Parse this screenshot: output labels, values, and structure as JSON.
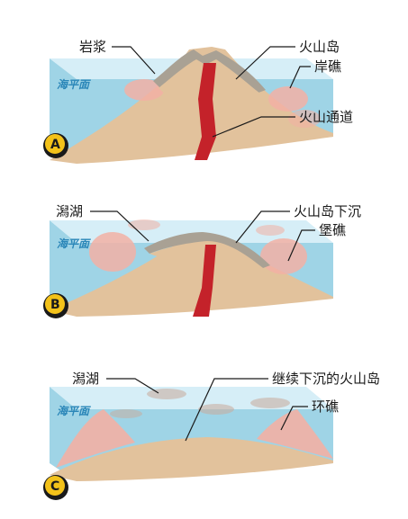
{
  "panels": [
    {
      "badge": "A",
      "sea_level": "海平面",
      "labels": {
        "magma": "岩浆",
        "volcanic_island": "火山岛",
        "fringing_reef": "岸礁",
        "volcanic_conduit": "火山通道"
      }
    },
    {
      "badge": "B",
      "sea_level": "海平面",
      "labels": {
        "lagoon": "潟湖",
        "sinking_island": "火山岛下沉",
        "barrier_reef": "堡礁"
      }
    },
    {
      "badge": "C",
      "sea_level": "海平面",
      "labels": {
        "lagoon": "潟湖",
        "continued_sinking": "继续下沉的火山岛",
        "atoll": "环礁"
      }
    }
  ],
  "colors": {
    "sea": "#9fd4e6",
    "sea_surface": "#d6eef7",
    "land": "#e2c29c",
    "reef": "#f2b0a4",
    "lava": "#c4222a",
    "crater": "#a9a194",
    "badge": "#f3c21a"
  }
}
